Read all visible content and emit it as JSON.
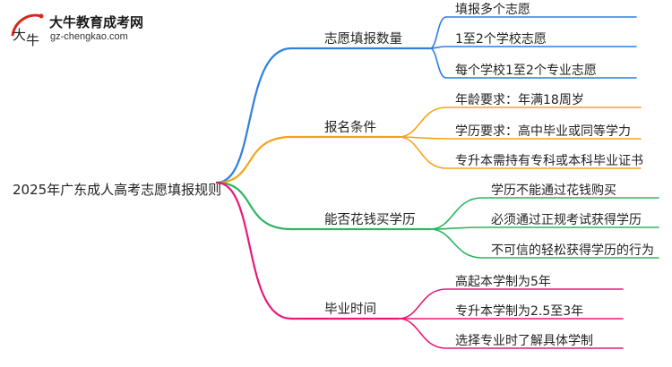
{
  "logo": {
    "title": "大牛教育成考网",
    "url": "gz-chengkao.com",
    "mark_text": "大牛"
  },
  "root": "2025年广东成人高考志愿填报规则",
  "branches": [
    {
      "label": "志愿填报数量",
      "color": "#2f7fe0",
      "children": [
        "填报多个志愿",
        "1至2个学校志愿",
        "每个学校1至2个专业志愿"
      ]
    },
    {
      "label": "报名条件",
      "color": "#f2a516",
      "children": [
        "年龄要求：年满18周岁",
        "学历要求：高中毕业或同等学力",
        "专升本需持有专科或本科毕业证书"
      ]
    },
    {
      "label": "能否花钱买学历",
      "color": "#2db560",
      "children": [
        "学历不能通过花钱购买",
        "必须通过正规考试获得学历",
        "不可信的轻松获得学历的行为"
      ]
    },
    {
      "label": "毕业时间",
      "color": "#e8197a",
      "children": [
        "高起本学制为5年",
        "专升本学制为2.5至3年",
        "选择专业时了解具体学制"
      ]
    }
  ]
}
